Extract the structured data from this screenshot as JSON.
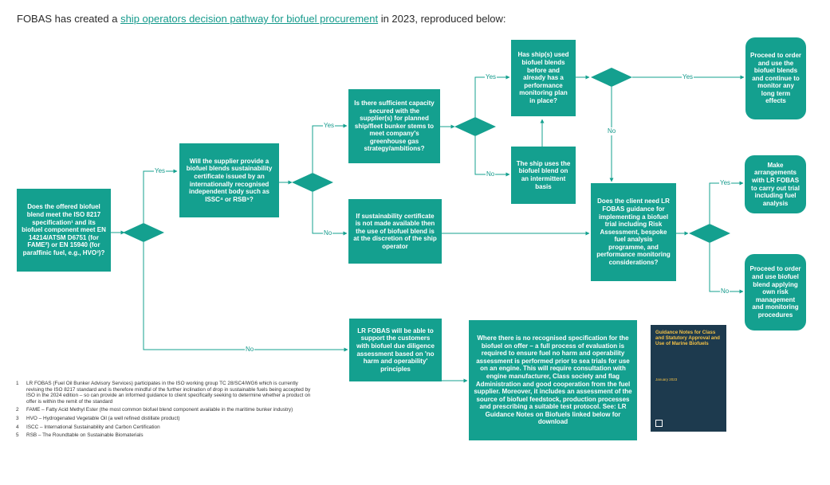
{
  "intro": {
    "prefix": "FOBAS has created a ",
    "link": "ship operators decision pathway for biofuel procurement",
    "suffix": " in 2023, reproduced below:"
  },
  "boxes": {
    "q1": "Does the offered biofuel blend meet the ISO 8217 specification¹ and its biofuel component meet EN 14214/ATSM D6751 (for FAME²) or EN 15940 (for paraffinic fuel, e.g., HVO³)?",
    "q2": "Will the supplier provide a biofuel blends sustainability certificate issued by an internationally recognised independent body such as ISSC⁴ or RSB⁵?",
    "q3": "Is there sufficient capacity secured with the supplier(s) for planned ship/fleet bunker stems to meet company's greenhouse gas strategy/ambitions?",
    "q4": "Has ship(s) used biofuel blends before and already has a performance monitoring plan in place?",
    "intermittent": "The ship uses the biofuel blend on an intermittent basis",
    "no_cert": "If sustainability certificate is not made available then the use of biofuel blend is at the discretion of the ship operator",
    "q5": "Does the client need LR FOBAS guidance for implementing a biofuel trial including Risk Assessment, bespoke fuel analysis programme, and performance monitoring considerations?",
    "proceed_order": "Proceed to order and use the biofuel blends and continue to monitor any long term effects",
    "arrangements": "Make arrangements with LR FOBAS to carry out trial including fuel analysis",
    "proceed_risk": "Proceed to order and use biofuel blend applying own risk management and monitoring procedures",
    "lr_support": "LR FOBAS will be able to support the customers with biofuel due diligence assessment based on 'no harm and operability' principles",
    "no_spec": "Where there is no recognised specification for the biofuel on offer – a full process of evaluation is required to ensure fuel no harm and operability assessment is performed prior to sea trials for use on an engine. This will require consultation with engine manufacturer, Class society and flag Administration and good cooperation from the fuel supplier. Moreover, it includes an assessment of the source of biofuel feedstock, production processes and prescribing a suitable test protocol. See: LR Guidance Notes on Biofuels linked below for download"
  },
  "labels": {
    "yes": "Yes",
    "no": "No"
  },
  "cover": {
    "title": "Guidance Notes for Class and Statutory Approval and Use of Marine Biofuels",
    "date": "January 2023"
  },
  "footnotes": [
    {
      "num": "1",
      "text": "LR FOBAS (Fuel Oil Bunker Advisory Services) participates in the ISO working group TC 28/SC4/WG6 which is currently revising the ISO 8217 standard and is therefore mindful of the further inclination of drop in sustainable fuels being accepted by ISO in the 2024 edition – so can provide an informed guidance to client specifically seeking to determine whether a product on offer is within the remit of the standard"
    },
    {
      "num": "2",
      "text": "FAME – Fatty Acid Methyl Ester (the most common biofuel blend component available in the maritime bunker industry)"
    },
    {
      "num": "3",
      "text": "HVO – Hydrogenated Vegetable Oil (a well refined distillate product)"
    },
    {
      "num": "4",
      "text": "ISCC – International Sustainability and Carbon Certification"
    },
    {
      "num": "5",
      "text": "RSB – The Roundtable on Sustainable Biomaterials"
    }
  ],
  "colors": {
    "teal": "#14a08f",
    "label_text": "#159a8c",
    "cover_bg": "#1d3a4e",
    "cover_text": "#f2c046"
  }
}
